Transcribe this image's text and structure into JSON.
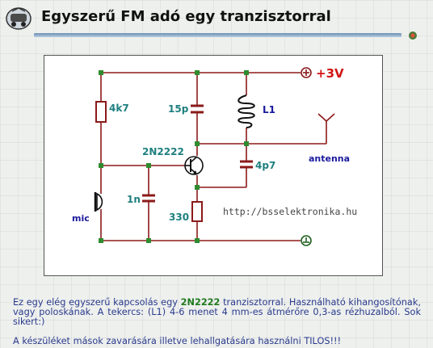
{
  "header": {
    "title": "Egyszerű FM adó egy tranzisztorral"
  },
  "circuit": {
    "labels": {
      "supply": "+3V",
      "r_top": "4k7",
      "c_15p": "15p",
      "coil": "L1",
      "transistor": "2N2222",
      "c_4p7": "4p7",
      "c_1n": "1n",
      "r_330": "330",
      "mic": "mic",
      "antenna": "antenna"
    },
    "watermark": "http://bsselektronika.hu"
  },
  "description": {
    "part1": "Ez egy elég egyszerű kapcsolás egy ",
    "part_name": "2N2222",
    "part2": " tranzisztorral. Használható kihangosítónak, vagy poloskának. A tekercs: (L1) 4-6 menet 4 mm-es átmérőre 0,3-as rézhuzalból. Sok sikert:)",
    "warning": "A készüléket mások zavarására illetve lehallgatására használni TILOS!!!"
  },
  "colors": {
    "wire": "#8b1a1a",
    "label_teal": "#1f7f7f",
    "label_navy": "#1a1a9e",
    "supply_red": "#d11414",
    "node_green": "#2e8b2e"
  }
}
